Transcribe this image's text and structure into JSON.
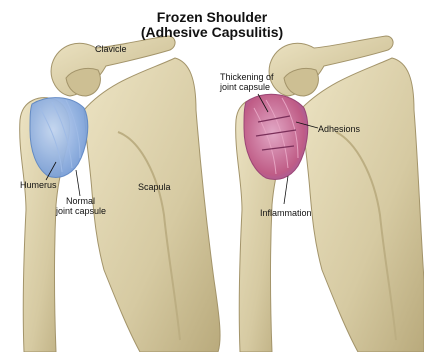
{
  "title": {
    "line1": "Frozen Shoulder",
    "line2": "(Adhesive Capsulitis)"
  },
  "labels": {
    "clavicle": "Clavicle",
    "humerus": "Humerus",
    "normal_capsule_line1": "Normal",
    "normal_capsule_line2": "joint capsule",
    "scapula": "Scapula",
    "thickening_line1": "Thickening of",
    "thickening_line2": "joint capsule",
    "adhesions": "Adhesions",
    "inflammation": "Inflammation"
  },
  "colors": {
    "bone": "#d8cda6",
    "bone_shadow": "#b3a57a",
    "normal_capsule": "#7fa6dd",
    "inflamed_capsule": "#c96a8f"
  }
}
